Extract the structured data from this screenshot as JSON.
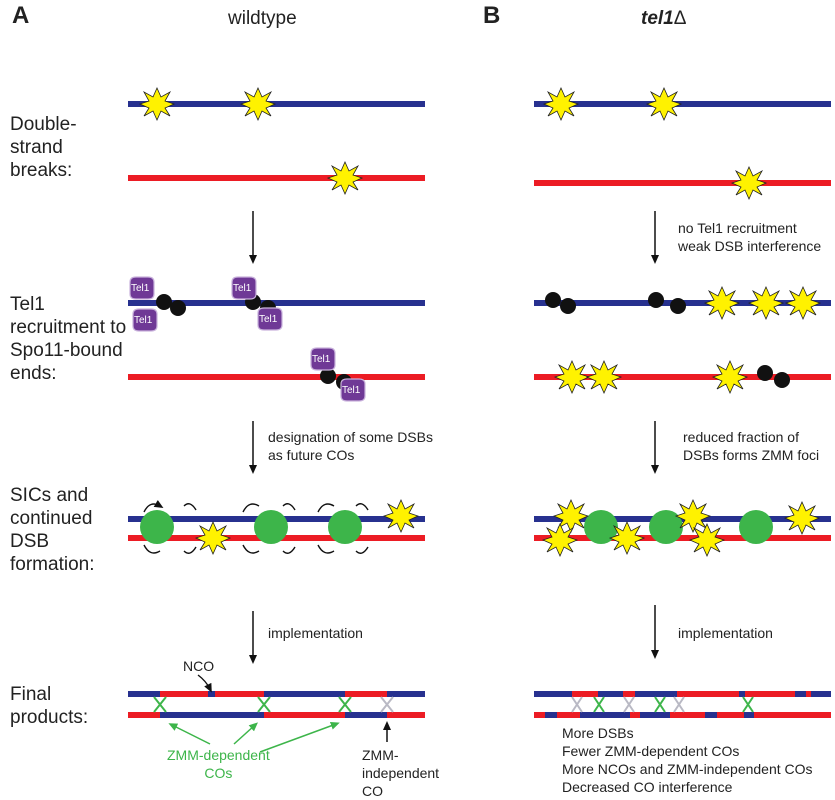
{
  "panel_a": {
    "letter": "A",
    "title": "wildtype",
    "row_labels": {
      "dsb": "Double-strand breaks:",
      "dsb_lines": [
        "Double-",
        "strand",
        "breaks:"
      ],
      "tel1": [
        "Tel1",
        "recruitment to",
        "Spo11-bound",
        "ends:"
      ],
      "sic": [
        "SICs and",
        "continued",
        "DSB",
        "formation:"
      ],
      "final": [
        "Final",
        "products:"
      ]
    },
    "arrow_notes": {
      "designation": [
        "designation of some DSBs",
        "as future COs"
      ],
      "implementation": "implementation"
    },
    "protein_label": "Tel1",
    "nco": "NCO",
    "zmm_dependent": [
      "ZMM-dependent",
      "COs"
    ],
    "zmm_independent": [
      "ZMM-",
      "independent",
      "CO"
    ]
  },
  "panel_b": {
    "letter": "B",
    "title_italic": "tel1",
    "title_symbol": "Δ",
    "arrow_notes": {
      "first": [
        "no Tel1 recruitment",
        "weak DSB interference"
      ],
      "second": [
        "reduced fraction of",
        "DSBs forms ZMM foci"
      ],
      "implementation": "implementation"
    },
    "summary": [
      "More DSBs",
      "Fewer ZMM-dependent COs",
      "More NCOs and ZMM-independent COs",
      "Decreased CO interference"
    ]
  },
  "colors": {
    "blue_chromosome": "#27318f",
    "red_chromosome": "#ec1c24",
    "dsb_star": "#fff200",
    "spo11": "#111111",
    "tel1": "#6f3996",
    "zmm_focus": "#3db54a",
    "crossover_green": "#3db54a",
    "crossover_grey": "#b9b9c4"
  }
}
